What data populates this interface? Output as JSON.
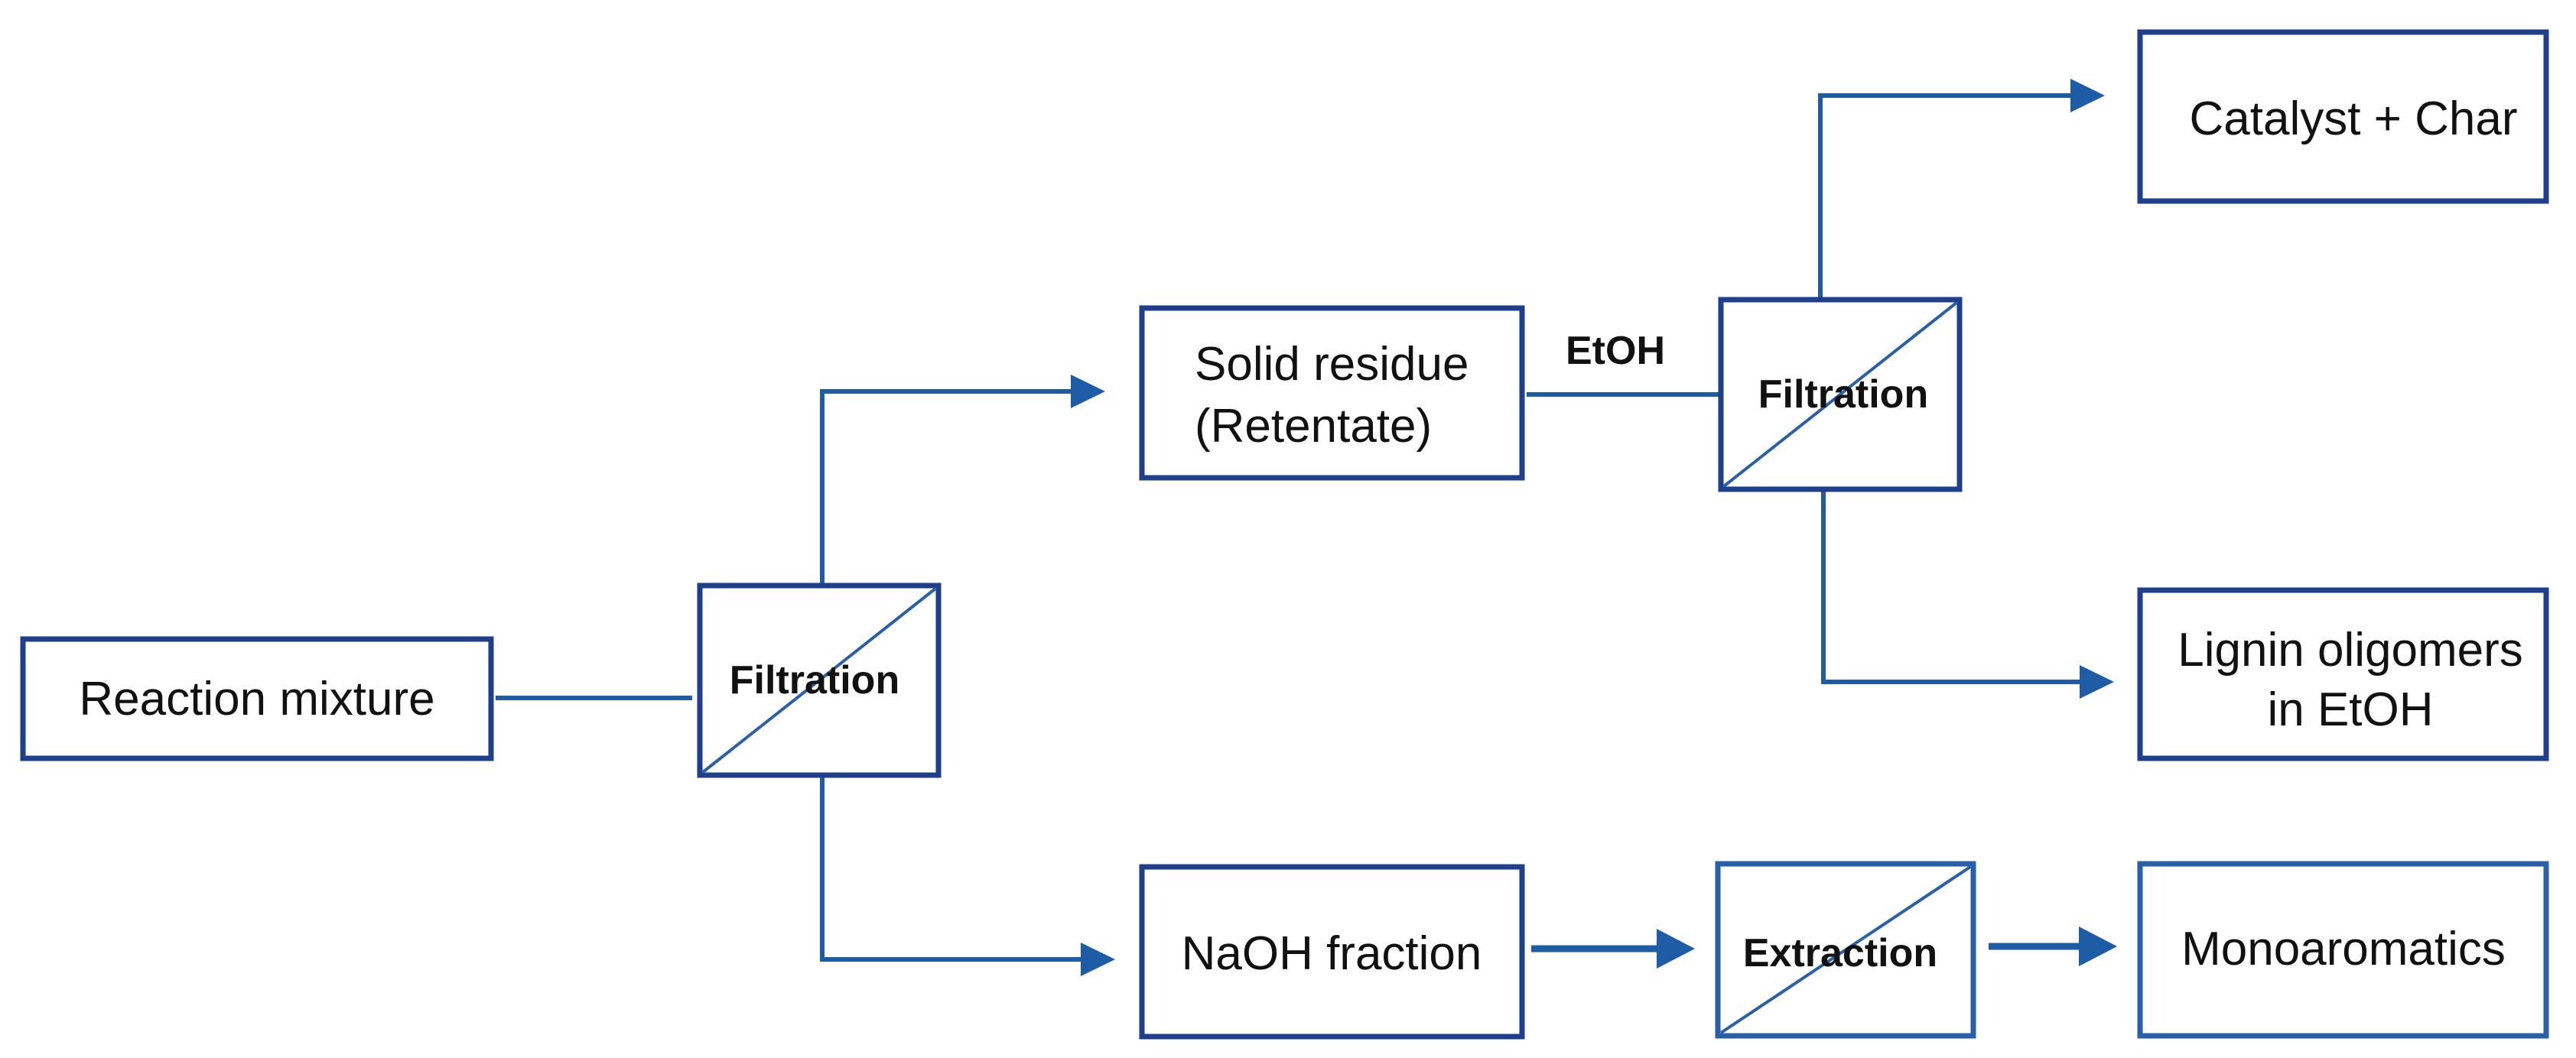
{
  "nodes": {
    "reaction_mixture": "Reaction mixture",
    "filtration_1": "Filtration",
    "solid_residue_line1": "Solid residue",
    "solid_residue_line2": "(Retentate)",
    "etoh_label": "EtOH",
    "filtration_2": "Filtration",
    "catalyst_char": "Catalyst + Char",
    "lignin_line1": "Lignin oligomers",
    "lignin_line2": "in EtOH",
    "naoh_fraction": "NaOH fraction",
    "extraction": "Extraction",
    "monoaromatics": "Monoaromatics"
  },
  "colors": {
    "box_border": "#1f3f8c",
    "connector": "#1f5ca6"
  }
}
